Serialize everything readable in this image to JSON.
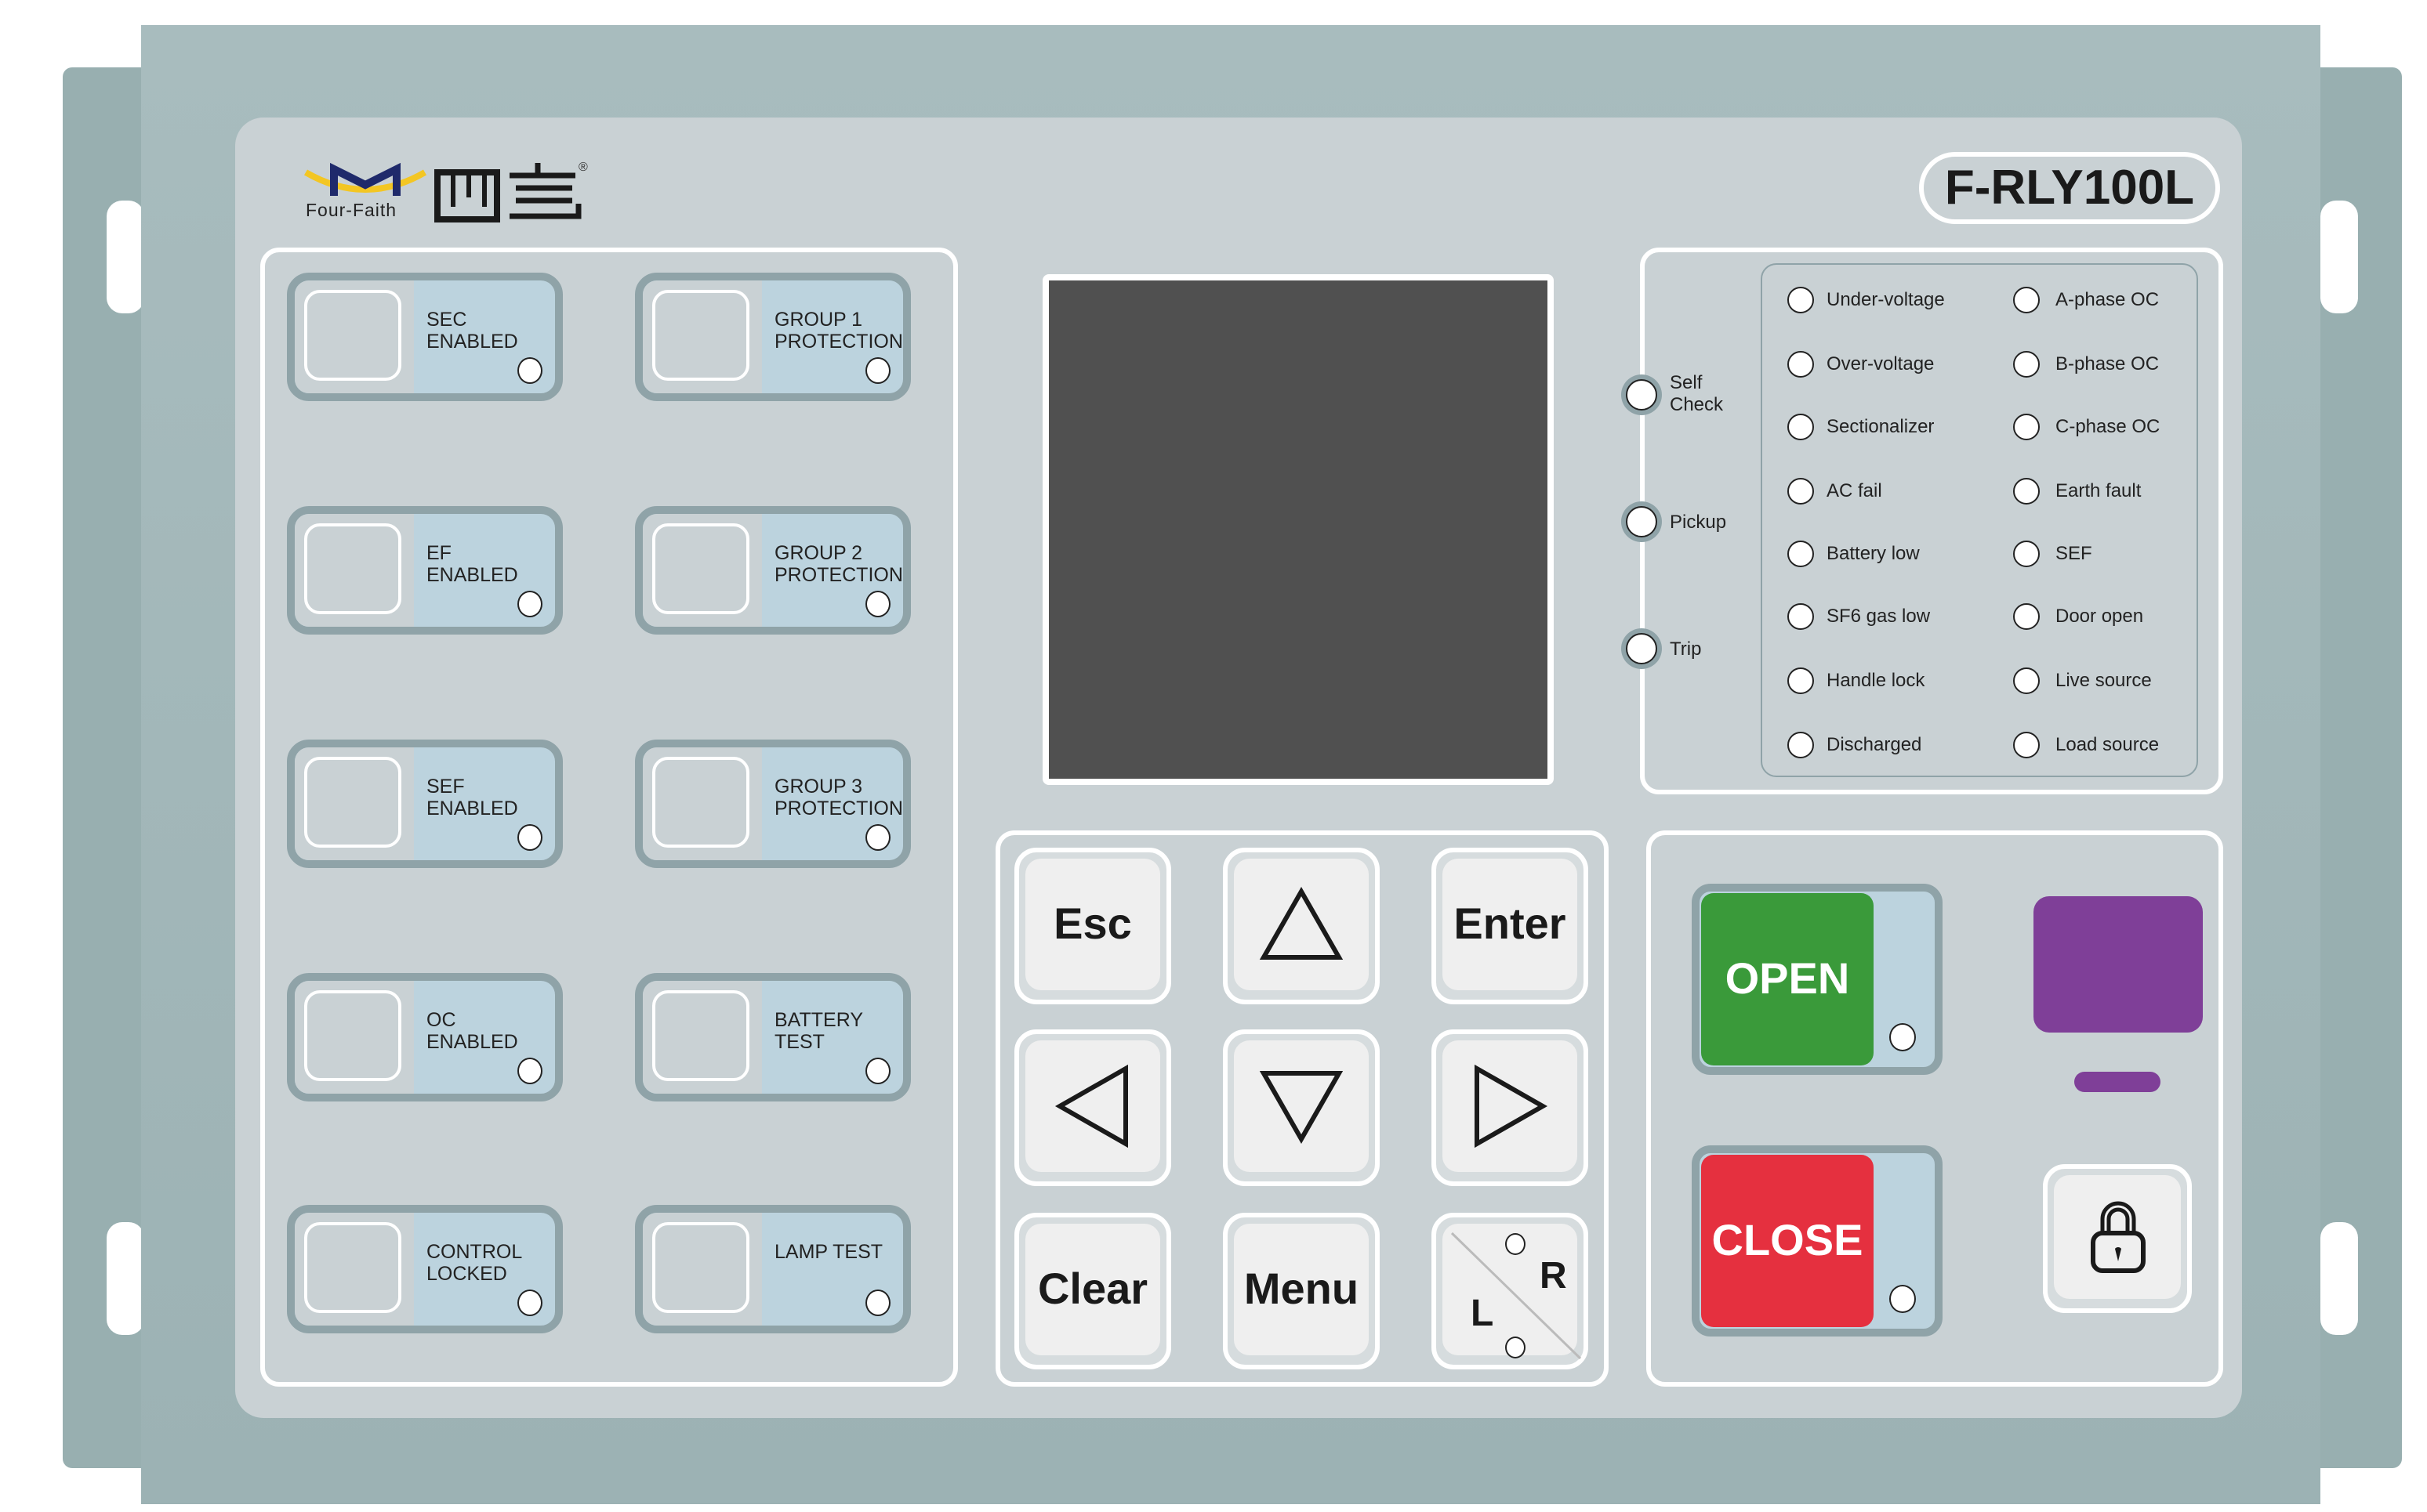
{
  "brand": {
    "logo_text": "Four-Faith",
    "logo_cn": "四信",
    "registered": "®",
    "model": "F-RLY100L"
  },
  "function_buttons": [
    {
      "label": "SEC\nENABLED"
    },
    {
      "label": "GROUP 1\nPROTECTION"
    },
    {
      "label": "EF\nENABLED"
    },
    {
      "label": "GROUP 2\nPROTECTION"
    },
    {
      "label": "SEF\nENABLED"
    },
    {
      "label": "GROUP 3\nPROTECTION"
    },
    {
      "label": "OC\nENABLED"
    },
    {
      "label": "BATTERY\nTEST"
    },
    {
      "label": "CONTROL\nLOCKED"
    },
    {
      "label": "LAMP TEST"
    }
  ],
  "keypad": {
    "esc": "Esc",
    "enter": "Enter",
    "clear": "Clear",
    "menu": "Menu",
    "local": "L",
    "remote": "R",
    "up_icon": "triangle-up",
    "down_icon": "triangle-down",
    "left_icon": "triangle-left",
    "right_icon": "triangle-right"
  },
  "status_leds": [
    "Self\nCheck",
    "Pickup",
    "Trip"
  ],
  "indicators_left": [
    "Under-voltage",
    "Over-voltage",
    "Sectionalizer",
    "AC fail",
    "Battery low",
    "SF6 gas low",
    "Handle lock",
    "Discharged"
  ],
  "indicators_right": [
    "A-phase OC",
    "B-phase OC",
    "C-phase OC",
    "Earth fault",
    "SEF",
    "Door open",
    "Live source",
    "Load source"
  ],
  "control": {
    "open": "OPEN",
    "close": "CLOSE",
    "open_color": "#3a9a3a",
    "close_color": "#e5303f",
    "accent_color": "#7f3f98",
    "lock_icon": "padlock"
  },
  "lcd": {
    "content": ""
  }
}
